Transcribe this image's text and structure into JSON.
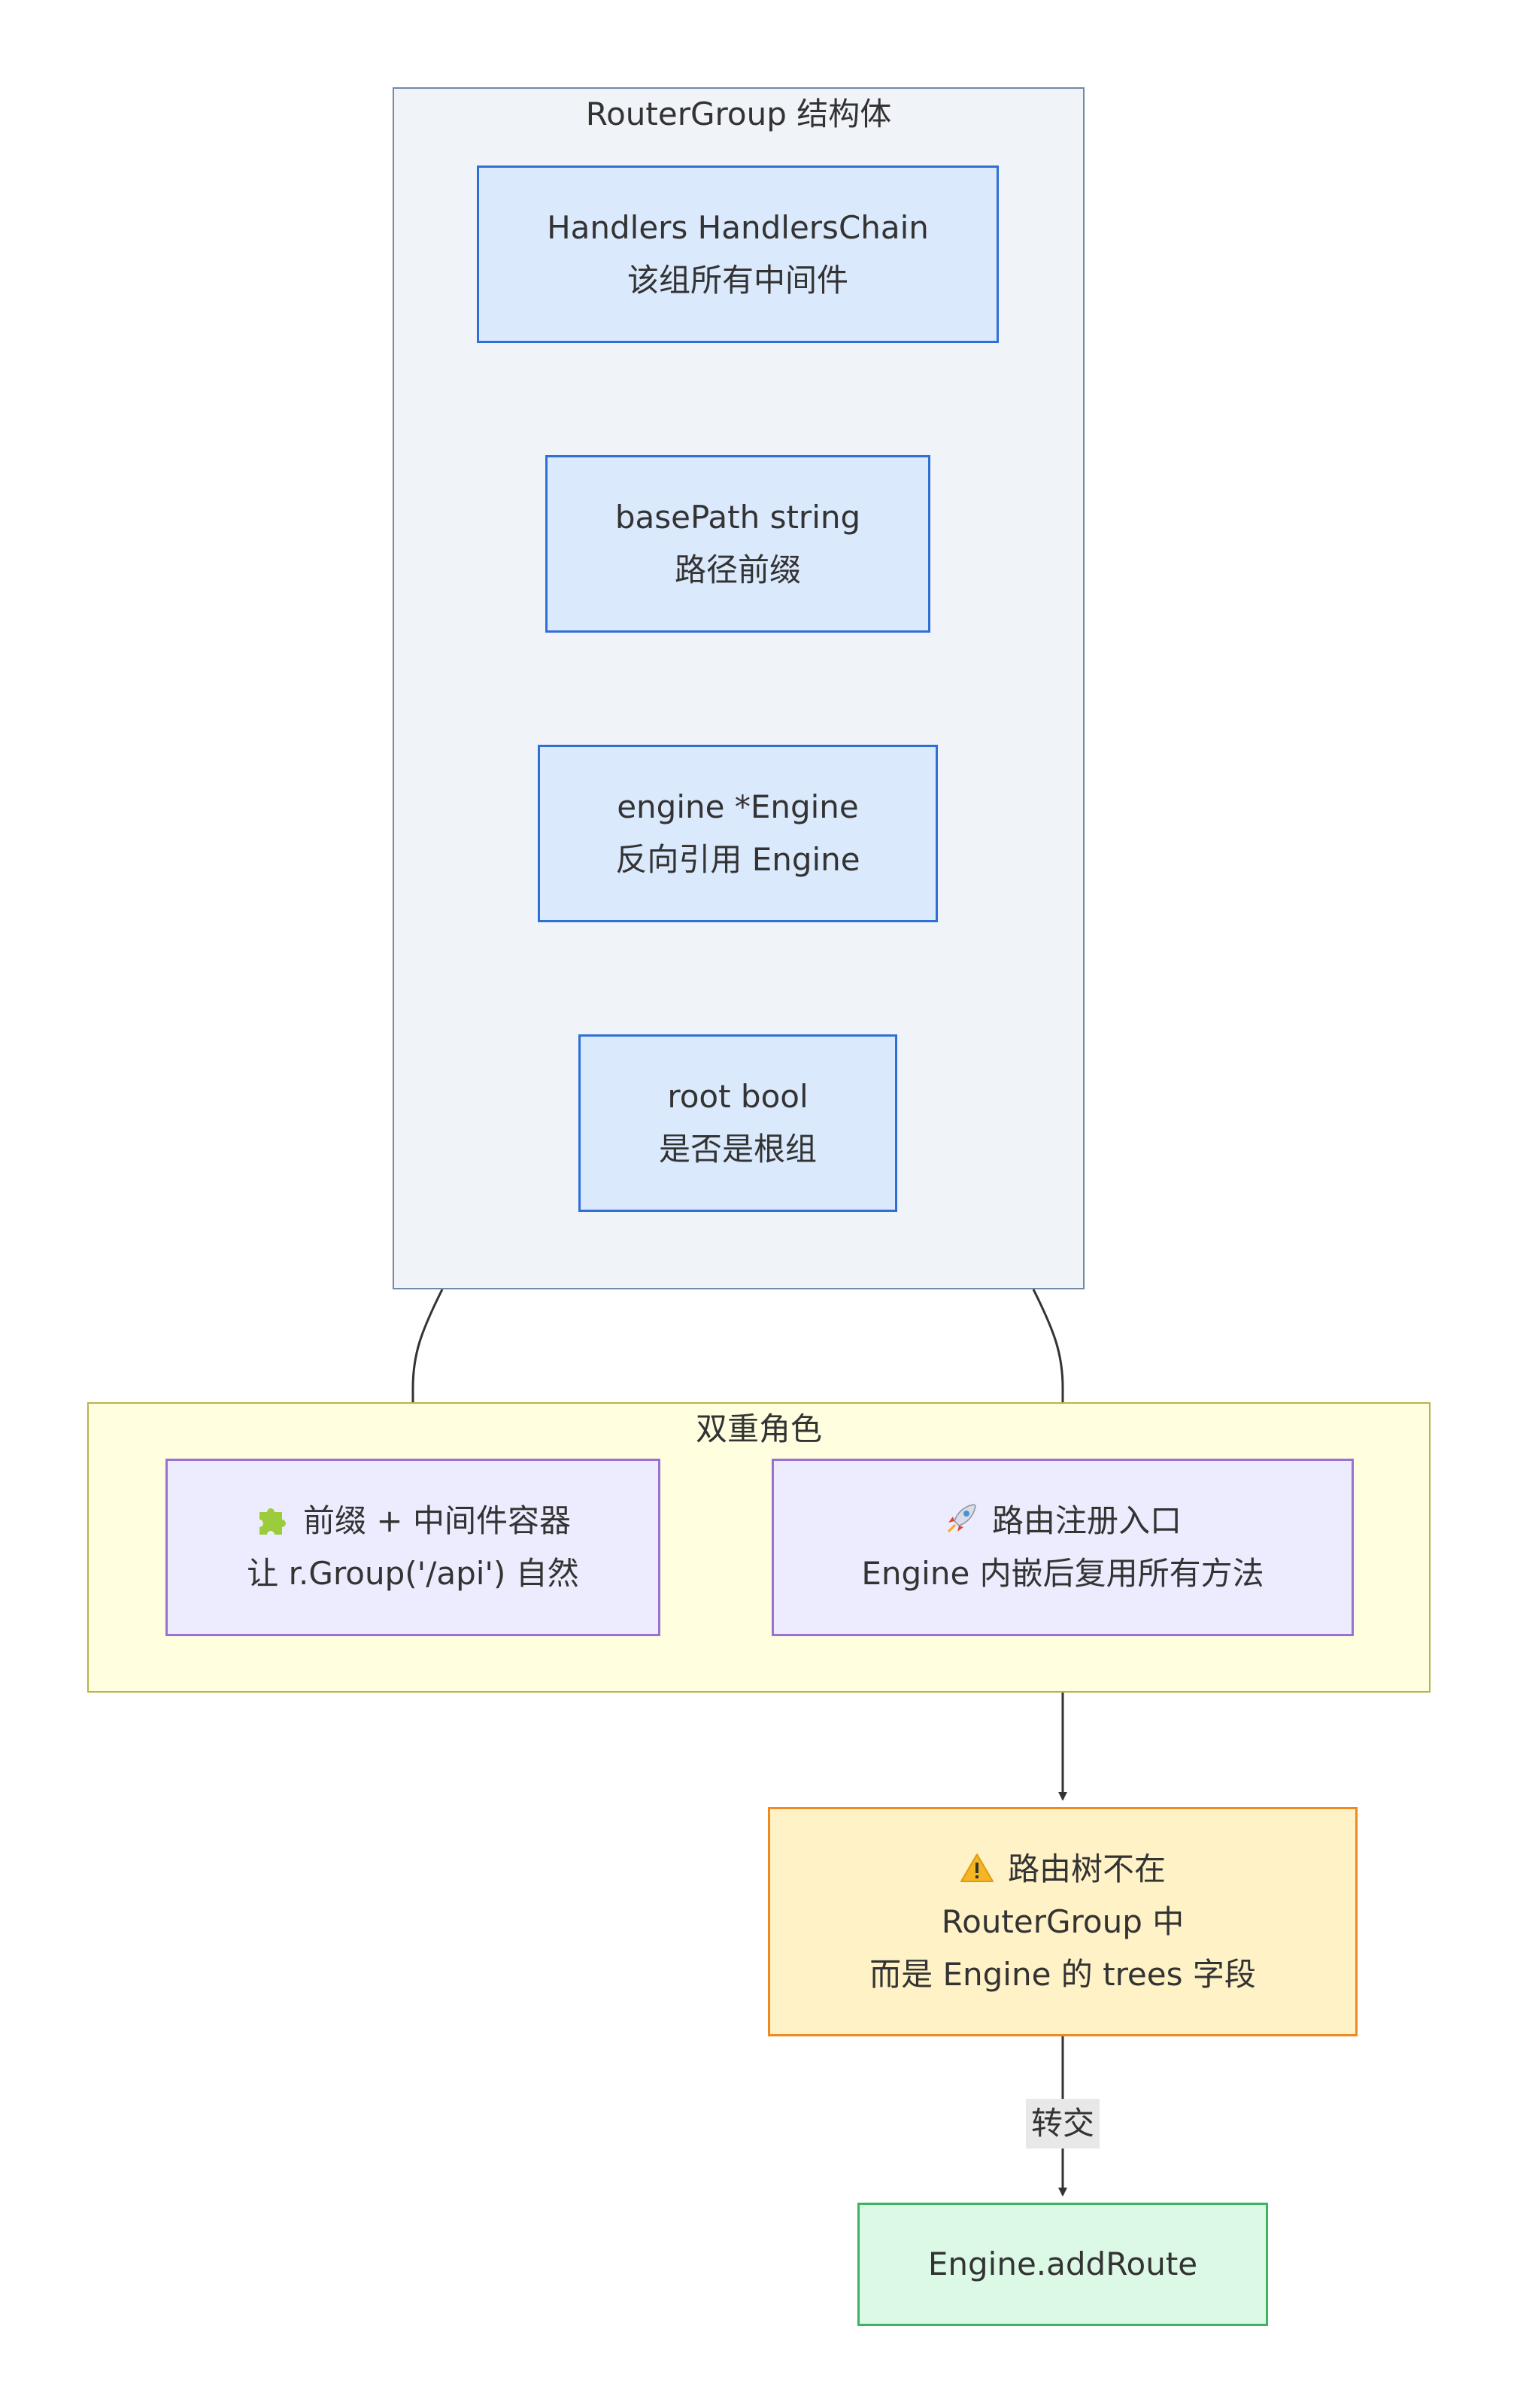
{
  "colors": {
    "struct_cluster_fill": "#f0f4f8",
    "struct_cluster_border": "#6e8aa8",
    "field_fill": "#dbe9fc",
    "field_border": "#2f6fd6",
    "role_cluster_fill": "#ffffe0",
    "role_cluster_border": "#b8b44a",
    "role_fill": "#ececfe",
    "role_border": "#9a71d2",
    "warn_fill": "#fff2c6",
    "warn_border": "#f08a1e",
    "final_fill": "#dcf9e6",
    "final_border": "#3bb561",
    "edge_color": "#333333",
    "edge_label_bg": "#e8e8e8"
  },
  "diagram": {
    "clusters": {
      "struct": {
        "title": "RouterGroup 结构体"
      },
      "roles": {
        "title": "双重角色"
      }
    },
    "nodes": {
      "handlers": {
        "line1": "Handlers HandlersChain",
        "line2": "该组所有中间件"
      },
      "basepath": {
        "line1": "basePath string",
        "line2": "路径前缀"
      },
      "engine": {
        "line1": "engine *Engine",
        "line2": "反向引用 Engine"
      },
      "root": {
        "line1": "root bool",
        "line2": "是否是根组"
      },
      "prefix": {
        "icon": "puzzle-icon",
        "line1": "前缀 + 中间件容器",
        "line2": "让 r.Group('/api') 自然"
      },
      "entry": {
        "icon": "rocket-icon",
        "line1": "路由注册入口",
        "line2": "Engine 内嵌后复用所有方法"
      },
      "trees": {
        "icon": "warning-icon",
        "line1": "路由树不在",
        "line2": "RouterGroup 中",
        "line3": "而是 Engine 的 trees 字段"
      },
      "addroute": {
        "line1": "Engine.addRoute"
      }
    },
    "edges": [
      {
        "from": "struct",
        "to": "prefix",
        "label": ""
      },
      {
        "from": "struct",
        "to": "entry",
        "label": ""
      },
      {
        "from": "entry",
        "to": "trees",
        "label": ""
      },
      {
        "from": "trees",
        "to": "addroute",
        "label": "转交"
      }
    ]
  }
}
